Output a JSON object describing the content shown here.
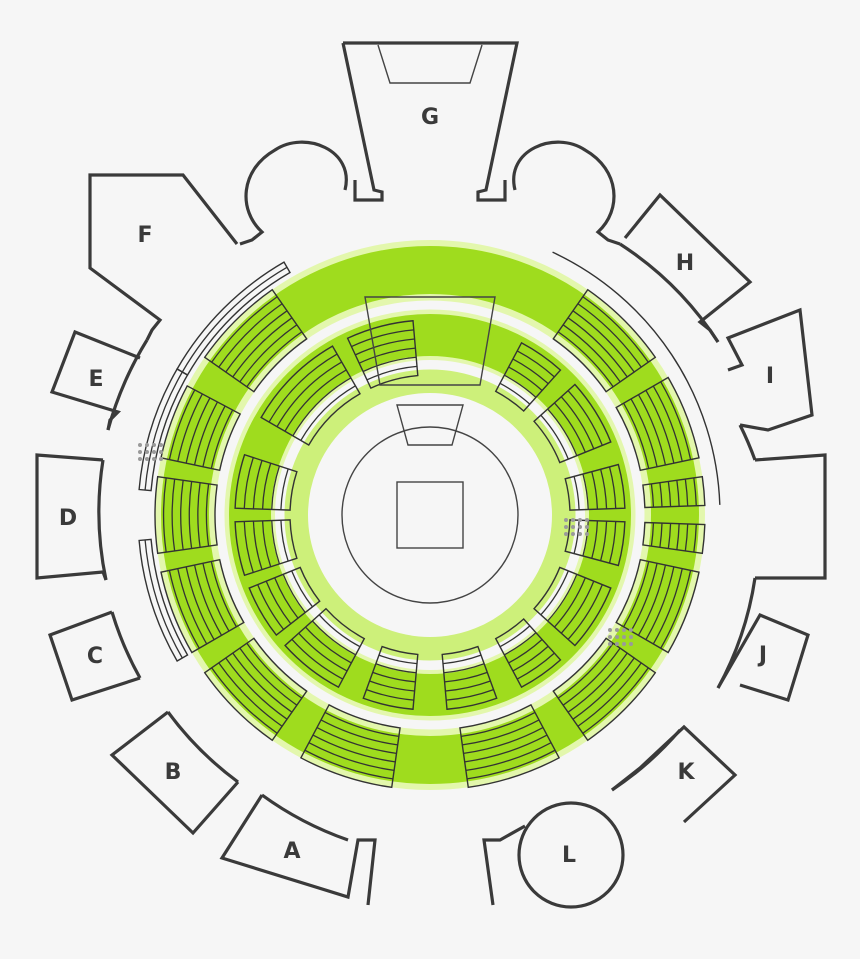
{
  "rooms": [
    {
      "id": "A",
      "label": "A"
    },
    {
      "id": "B",
      "label": "B"
    },
    {
      "id": "C",
      "label": "C"
    },
    {
      "id": "D",
      "label": "D"
    },
    {
      "id": "E",
      "label": "E"
    },
    {
      "id": "F",
      "label": "F"
    },
    {
      "id": "G",
      "label": "G"
    },
    {
      "id": "H",
      "label": "H"
    },
    {
      "id": "I",
      "label": "I"
    },
    {
      "id": "J",
      "label": "J"
    },
    {
      "id": "K",
      "label": "K"
    },
    {
      "id": "L",
      "label": "L"
    }
  ],
  "colors": {
    "background": "#f6f6f6",
    "outline": "#3a3a3a",
    "heat_strong": "#9fdc1e",
    "heat_light": "#cdf07a",
    "heat_pale": "#e3f7ad"
  },
  "icons": {
    "stage": "stage-square-icon",
    "arena": "arena-circle-icon"
  }
}
